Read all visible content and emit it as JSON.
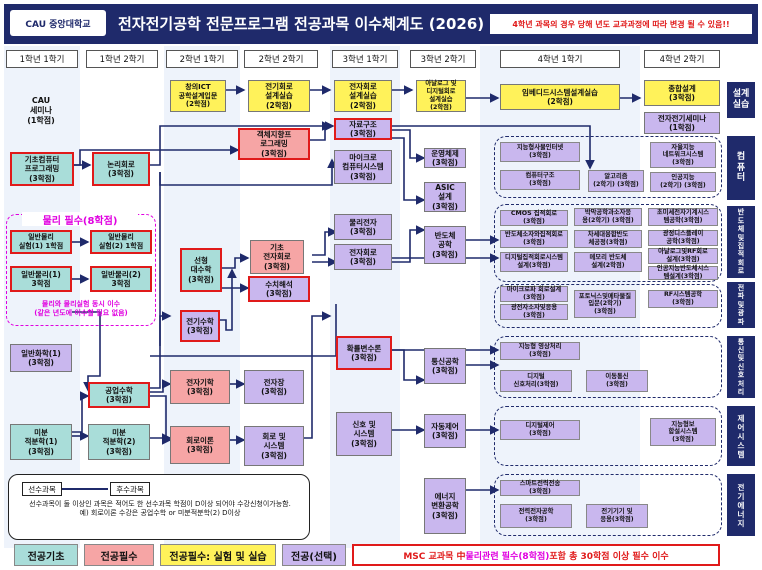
{
  "header": {
    "logo_text": "CAU 중앙대학교",
    "title": "전자전기공학 전문프로그램 전공과목 이수체계도 (2026)",
    "notice": "4학년 과목의 경우 당해 년도 교과과정에 따라 변경 될 수 있음!!"
  },
  "semesters": [
    "1학년 1학기",
    "1학년 2학기",
    "2학년 1학기",
    "2학년 2학기",
    "3학년 1학기",
    "3학년 2학기",
    "4학년 1학기",
    "4학년 2학기"
  ],
  "courses": {
    "cau_seminar": "CAU\n세미나\n(1학점)",
    "ict_design": "창의ICT\n공학설계입문\n(2학점)",
    "circuit_lab": "전기회로\n설계실습\n(2학점)",
    "electronic_lab": "전자회로\n설계실습\n(2학점)",
    "analog_lab": "아날로그 및\n디지털회로\n설계실습\n(2학점)",
    "embedded_lab": "임베디드시스템설계실습\n(2학점)",
    "capstone": "종합설계\n(3학점)",
    "ee_seminar": "전자전기세미나\n(1학점)",
    "oop": "객체지향프\n로그래밍\n(3학점)",
    "data_structure": "자료구조\n(3학점)",
    "basic_programming": "기초컴퓨터\n프로그래밍\n(3학점)",
    "logic_circuit": "논리회로\n(3학점)",
    "microcomputer": "마이크로\n컴퓨터시스템\n(3학점)",
    "operating_system": "운영체제\n(3학점)",
    "asic": "ASIC\n설계\n(3학점)",
    "physics_title": "물리 필수(8학점)",
    "physics_lab1": "일반물리\n실험(1) 1학점",
    "physics_lab2": "일반물리\n실험(2) 1학점",
    "physics1": "일반물리(1)\n3학점",
    "physics2": "일반물리(2)\n3학점",
    "physics_note": "물리와 물리실험 동시 이수\n(같은 년도에 이수할 필요 없음)",
    "linear_algebra": "선형\n대수학\n(3학점)",
    "basic_electronic": "기초\n전자회로\n(3학점)",
    "numerical": "수치해석\n(3학점)",
    "solid_state": "물리전자\n(3학점)",
    "electronic_circuit": "전자회로\n(3학점)",
    "semiconductor": "반도체\n공학\n(3학점)",
    "electric_math": "전기수학\n(3학점)",
    "general_chem": "일반화학(1)\n(3학점)",
    "engineering_math": "공업수학\n(3학점)",
    "calculus1": "미분\n적분학(1)\n(3학점)",
    "calculus2": "미분\n적분학(2)\n(3학점)",
    "electronic_physics": "전자기학\n(3학점)",
    "circuit_theory": "회로이론\n(3학점)",
    "em_field": "전자장\n(3학점)",
    "circuit_system": "회로 및\n시스템\n(3학점)",
    "probability": "확률변수론\n(3학점)",
    "signal_system": "신호 및\n시스템\n(3학점)",
    "communication": "통신공학\n(3학점)",
    "auto_control": "자동제어\n(3학점)",
    "energy_conversion": "에너지\n변환공학\n(3학점)"
  },
  "groups": {
    "computer": [
      "지능형사물인터넷\n(3학점)",
      "알고리즘\n(2학기) (3학점)",
      "자율지능\n네트워크시스템\n(3학점)",
      "컴퓨터구조\n(3학점)",
      "인공지능\n(2학기) (3학점)"
    ],
    "semi": [
      "CMOS 집적회로\n(3학점)",
      "박막공학과소자응\n용(2학기) (3학점)",
      "초미세전자기계시스\n템공학(3학점)",
      "반도체소자와집적회로\n(3학점)",
      "차세대융합반도\n체공정(3학점)",
      "광정디스플레이\n공학(3학점)",
      "디지털집적회로시스템\n설계(3학점)",
      "메모리 반도체\n설계(2학점)",
      "아날로그및RF회로\n설계(3학점)",
      "인공지능반도체시스\n템설계(3학점)"
    ],
    "wave": [
      "마이크로파 회로설계\n(3학점)",
      "포토닉스및메타물질\n입문(2학기)\n(3학점)",
      "RF시스템공학\n(3학점)",
      "광전자소자및응용\n(3학점)"
    ],
    "comm": [
      "지능형 영상처리\n(3학점)",
      "디지털\n신호처리(3학점)",
      "이동통신\n(3학점)"
    ],
    "control": [
      "디지털제어\n(3학점)",
      "지능형보\n합설시스템\n(3학점)"
    ],
    "power": [
      "스마트전력전송\n(3학점)",
      "전력전자공학\n(3학점)",
      "전기기기 및\n응용(3학점)"
    ]
  },
  "side_labels": {
    "design_lab": "설계\n실습",
    "computer": "컴\n퓨\n터",
    "semi": "반\n도\n체\n및\n집\n적\n회\n로",
    "wave": "전\n파\n및\n광\n파",
    "comm": "통\n신\n및\n신\n호\n처\n리",
    "control": "제\n어\n시\n스\n템",
    "power": "전\n기\n에\n너\n지"
  },
  "prereq_box": {
    "from": "선수과목",
    "to": "후수과목",
    "text": "선수과목이 둘 이상인 과목은 적어도 한 선수과목 학점이 D이상 되어야 수강신청이가능함.\n예) 회로이론 수강은 공업수학 or 미분적분학(2) D이상"
  },
  "legend": {
    "base": "전공기초",
    "req": "전공필수",
    "exp": "전공필수: 실험 및 실습",
    "sel": "전공(선택)",
    "msc_prefix": "MSC 교과목 中 ",
    "msc_em": "물리관련 필수(8학점)",
    "msc_suffix": " 포함 총 30학점 이상 필수 이수"
  },
  "colors": {
    "navy": "#1f2a6b",
    "base": "#a9ddd9",
    "req": "#f6a5a5",
    "exp": "#fff25a",
    "sel": "#c9b7ee",
    "red": "#e01a1a",
    "magenta": "#e000e0"
  }
}
